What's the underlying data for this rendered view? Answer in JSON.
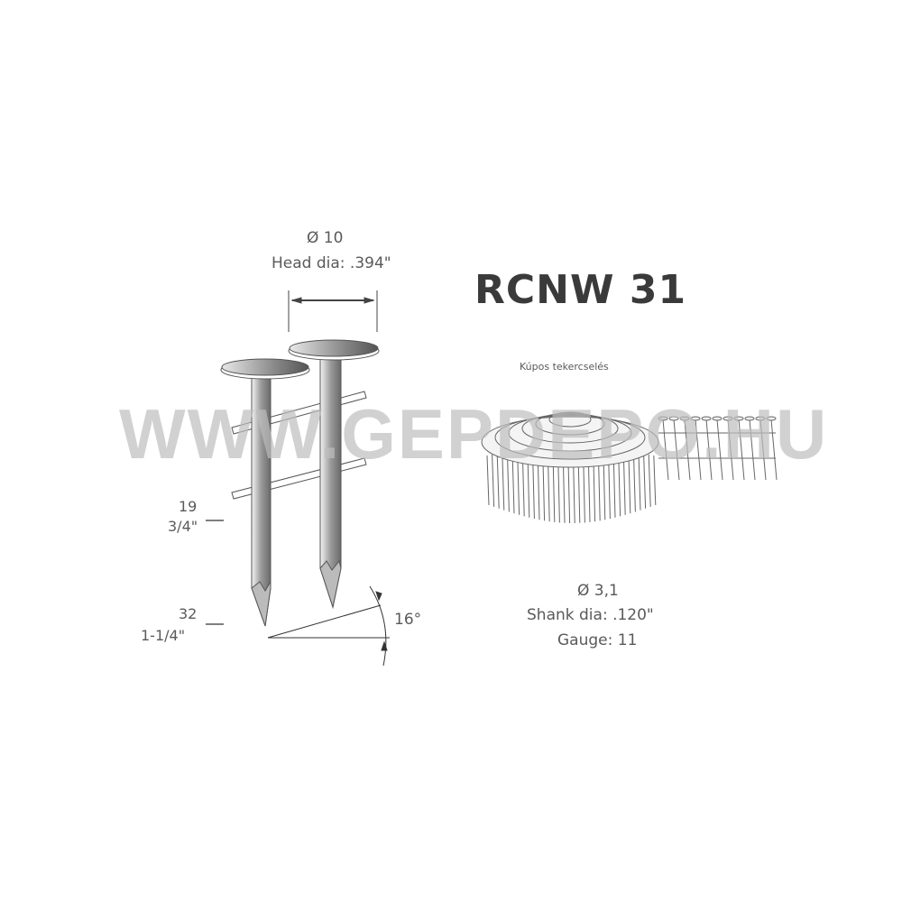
{
  "product": {
    "code": "RCNW 31",
    "collation": "Kúpos tekercselés"
  },
  "head": {
    "diameter_mm": "Ø 10",
    "diameter_in": "Head dia: .394\""
  },
  "lengths": [
    {
      "mm": "19",
      "inch": "3/4\""
    },
    {
      "mm": "32",
      "inch": "1-1/4\""
    }
  ],
  "angle": "16°",
  "shank": {
    "diameter_mm": "Ø 3,1",
    "diameter_in": "Shank dia: .120\"",
    "gauge": "Gauge: 11"
  },
  "watermark": "WWW.GEPDEPO.HU"
}
